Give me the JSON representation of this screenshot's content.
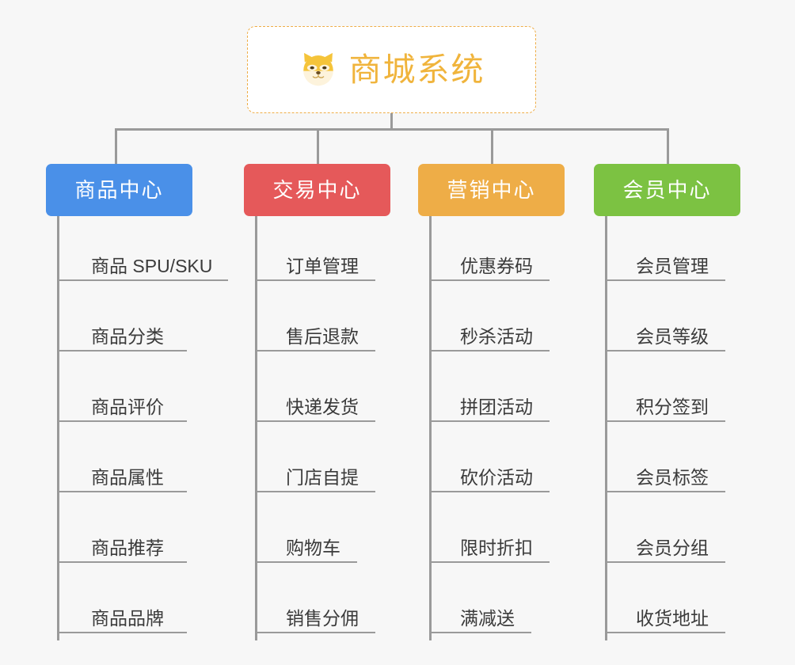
{
  "background_color": "#f7f7f7",
  "connector_color": "#9a9a9a",
  "root": {
    "title": "商城系统",
    "icon": "shiba-dog-face-icon",
    "text_color": "#f0b43c",
    "border_color": "#eead47",
    "background_color": "#ffffff"
  },
  "columns": [
    {
      "title": "商品中心",
      "color": "#4a90e8",
      "items": [
        "商品 SPU/SKU",
        "商品分类",
        "商品评价",
        "商品属性",
        "商品推荐",
        "商品品牌"
      ]
    },
    {
      "title": "交易中心",
      "color": "#e5595a",
      "items": [
        "订单管理",
        "售后退款",
        "快递发货",
        "门店自提",
        "购物车",
        "销售分佣"
      ]
    },
    {
      "title": "营销中心",
      "color": "#eead47",
      "items": [
        "优惠券码",
        "秒杀活动",
        "拼团活动",
        "砍价活动",
        "限时折扣",
        "满减送"
      ]
    },
    {
      "title": "会员中心",
      "color": "#7cc242",
      "items": [
        "会员管理",
        "会员等级",
        "积分签到",
        "会员标签",
        "会员分组",
        "收货地址"
      ]
    }
  ]
}
